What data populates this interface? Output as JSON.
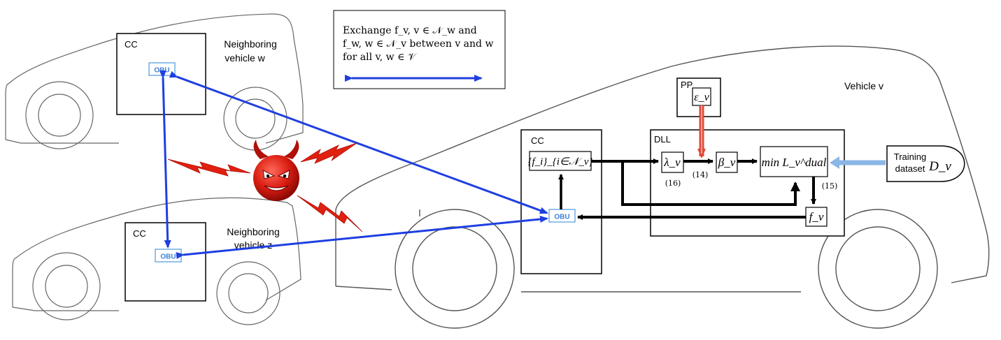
{
  "legend": {
    "line1": "Exchange f_v, v ∈ 𝒩_w and",
    "line2": "f_w, w ∈ 𝒩_v between v and w",
    "line3": "for all v, w ∈ 𝒱"
  },
  "vehicle_w": {
    "cc_label": "CC",
    "obu_label": "OBU",
    "name_line1": "Neighboring",
    "name_line2": "vehicle w"
  },
  "vehicle_z": {
    "cc_label": "CC",
    "obu_label": "OBU",
    "name_line1": "Neighboring",
    "name_line2": "vehicle z"
  },
  "vehicle_v": {
    "name": "Vehicle v",
    "cc_label": "CC",
    "obu_label": "OBU",
    "pp_label": "PP",
    "dll_label": "DLL",
    "set_f": "{f_i}_{i∈𝒩_v}",
    "lambda": "λ_v",
    "beta": "β_v",
    "epsilon": "ε_v",
    "min_loss": "min L_v^dual",
    "f_v": "f_v",
    "eq14": "(14)",
    "eq15": "(15)",
    "eq16": "(16)",
    "training_line1": "Training",
    "training_line2": "dataset",
    "training_symbol": "D_v"
  },
  "colors": {
    "link": "#1f3fe0",
    "obu": "#3b7fd6",
    "attack": "#e02010",
    "privacy_arrow": "#e04a3a",
    "data_arrow": "#8ab6e6",
    "outline": "#555555"
  }
}
